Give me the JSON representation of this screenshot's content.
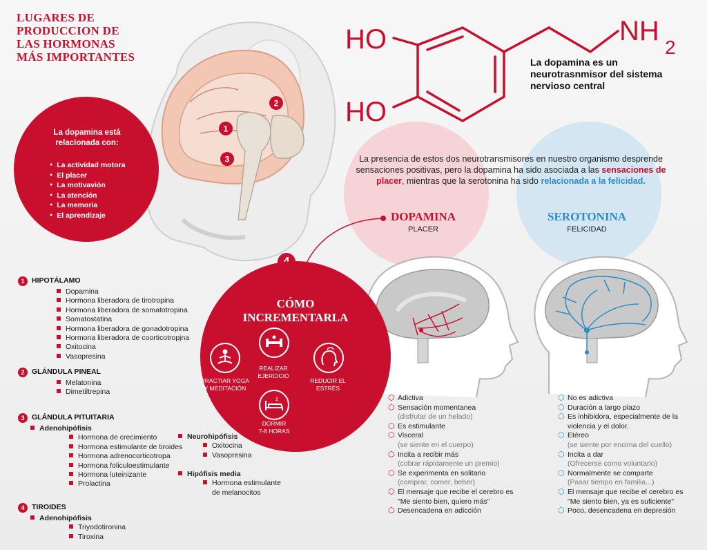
{
  "title": [
    "LUGARES DE",
    "PRODUCCION DE",
    "LAS HORMONAS",
    "MÁS IMPORTANTES"
  ],
  "brain_markers": [
    "1",
    "2",
    "3"
  ],
  "dopamine_circle": {
    "heading": "La dopamina está relacionada con:",
    "items": [
      "La actividad motora",
      "El placer",
      "La motivavión",
      "La atención",
      "La memoria",
      "El aprendizaje"
    ]
  },
  "molecule": {
    "ho_top": "HO",
    "ho_bottom": "HO",
    "nh": "NH",
    "sub": "2",
    "label": "La dopamina es un neurotrasnmisor del sistema nervioso central"
  },
  "paragraph": {
    "part1": "La presencia de estos dos neurotransmisores en nuestro organismo desprende sensaciones positivas, pero la dopamina ha sido asociada a las ",
    "highlight_red": "sensaciones de placer",
    "part2": ", mientras que la serotonina ha sido ",
    "highlight_blue": "relacionada a la felicidad."
  },
  "dopamina": {
    "title": "DOPAMINA",
    "subtitle": "PLACER"
  },
  "serotonina": {
    "title": "SEROTONINA",
    "subtitle": "FELICIDAD"
  },
  "marker4": "4",
  "incrementarla": {
    "title": [
      "CÓMO",
      "INCREMENTARLA"
    ],
    "yoga": [
      "PRACTIAR YOGA",
      "Y MEDITACIÓN"
    ],
    "ejercicio": [
      "REALIZAR",
      "EJERCICIO"
    ],
    "estres": [
      "REDUCIR EL",
      "ESTRÉS"
    ],
    "dormir": [
      "DORMIR",
      "7-8 HORAS"
    ]
  },
  "hipotalamo": {
    "num": "1",
    "title": "HIPOTÁLAMO",
    "items": [
      "Dopamina",
      "Hormona liberadora de tirotropina",
      "Hormona liberadora de somatotropina",
      "Somatostatina",
      "Hormona liberadora de gonadotropina",
      "Hormona liberadora de coorticotropjna",
      "Oxitocina",
      "Vasopresina"
    ]
  },
  "pineal": {
    "num": "2",
    "title": "GLÁNDULA PINEAL",
    "items": [
      "Melatonina",
      "Dimetiltrepina"
    ]
  },
  "pituitaria": {
    "num": "3",
    "title": "GLÁNDULA PITUITARIA",
    "adeno": "Adenohipófisis",
    "adeno_items": [
      "Hormona de crecimiento",
      "Hormona estimulante de tiroides",
      "Hormona adrenocorticotropa",
      "Hormona foliculoestimulante",
      "Hormona luteinizante",
      "Prolactina"
    ],
    "neuro": "Neurohipófisis",
    "neuro_items": [
      "Oxitocina",
      "Vasopresina"
    ],
    "media": "Hipófisis media",
    "media_items": [
      "Hormona estimulante",
      "de melanocitos"
    ]
  },
  "tiroides": {
    "num": "4",
    "title": "TIROIDES",
    "adeno": "Adenohipófisis",
    "items": [
      "Triyodotironina",
      "Tiroxina"
    ]
  },
  "dop_list": [
    {
      "t": "Adictiva",
      "n": ""
    },
    {
      "t": "Sensación momentanea",
      "n": "(disfrutar de un helado)"
    },
    {
      "t": "Es estimulante",
      "n": ""
    },
    {
      "t": "Visceral",
      "n": "(se siente en el cuerpo)"
    },
    {
      "t": "Incita a recibir más",
      "n": "(cobrar rápidamente un premio)"
    },
    {
      "t": "Se experimenta en solitario",
      "n": "(comprar, comer, beber)"
    },
    {
      "t": "El mensaje que recibe el cerebro es",
      "n": "\"Me siento bien, quiero más\""
    },
    {
      "t": "Desencadena en adicción",
      "n": ""
    }
  ],
  "ser_list": [
    {
      "t": "No es adictiva",
      "n": ""
    },
    {
      "t": "Duración a largo plazo",
      "n": ""
    },
    {
      "t": "Es inhibidora, especialmente de la",
      "n": "violencia y el dolor."
    },
    {
      "t": "Etéreo",
      "n": "(se siente por encima del cuello)"
    },
    {
      "t": "Incita a dar",
      "n": "(Ofrecerse como voluntario)"
    },
    {
      "t": "Normalmente se comparte",
      "n": "(Pasar tiempo en familia...)"
    },
    {
      "t": "El mensaje que recibe el cerebro es",
      "n": "\"Me siento bien, ya es suficiente\""
    },
    {
      "t": "Poco, desencadena en depresión",
      "n": ""
    }
  ]
}
